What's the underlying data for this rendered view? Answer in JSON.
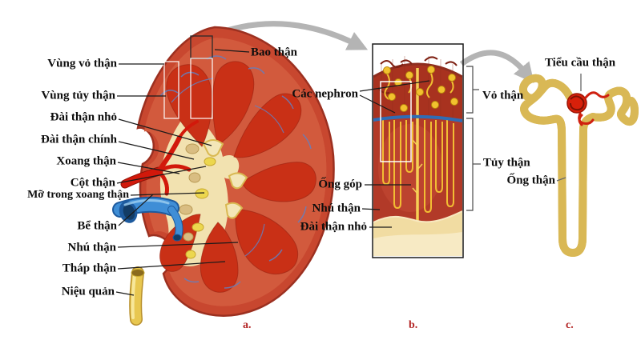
{
  "panel_a": {
    "letter": "a.",
    "labels": {
      "vung_vo_than": "Vùng vỏ thận",
      "vung_tuy_than": "Vùng tủy thận",
      "dai_than_nho": "Đài thận nhỏ",
      "dai_than_chinh": "Đài thận chính",
      "xoang_than": "Xoang thận",
      "cot_than": "Cột thận",
      "mo_trong_xoang_than": "Mỡ trong xoang thận",
      "be_than": "Bể thận",
      "nhu_than": "Nhú thận",
      "thap_than": "Tháp thận",
      "nieu_quan": "Niệu quản",
      "bao_than": "Bao thận"
    }
  },
  "panel_b": {
    "letter": "b.",
    "labels": {
      "cac_nephron": "Các nephron",
      "vo_than": "Vỏ thận",
      "tuy_than": "Tủy thận",
      "ong_gop": "Ống góp",
      "nhu_than": "Nhú thận",
      "dai_than_nho": "Đài thận nhỏ"
    }
  },
  "panel_c": {
    "letter": "c.",
    "labels": {
      "tieu_cau_than": "Tiểu cầu thận",
      "ong_than": "Ống thận"
    }
  },
  "colors": {
    "label_text": "#0e0e0e",
    "panel_letter": "#b32424",
    "zoom_arrow": "#b4b4b4",
    "kidney_capsule": "#c8472f",
    "kidney_cortex": "#d25a3d",
    "renal_pyramid": "#c93016",
    "renal_sinus": "#f2e2b0",
    "renal_vein": "#3f8ed6",
    "renal_artery": "#d2190b",
    "ureter": "#e8c750",
    "nephron_tubule": "#f9efad",
    "glomerulus": "#d8200a"
  }
}
